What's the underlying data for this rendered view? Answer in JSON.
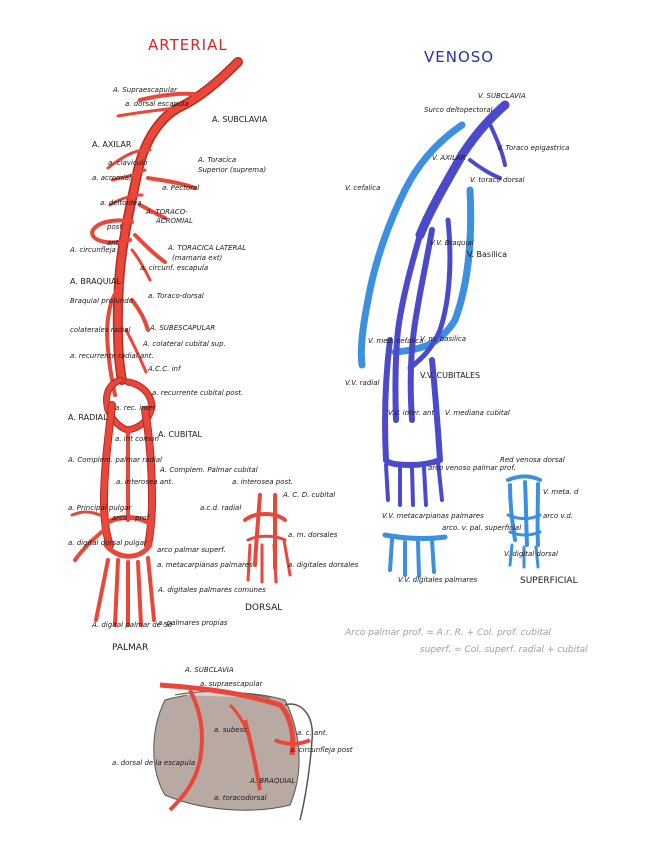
{
  "headers": {
    "arterial": "ARTERIAL",
    "venoso": "VENOSO"
  },
  "arterial_labels": {
    "supraescapular": "A. Supraescapular",
    "dorsal_escapula": "a. dorsal escapula",
    "subclavia": "A. SUBCLAVIA",
    "axilar": "A. AXILAR",
    "toracica_superior": "A. Toracica",
    "toracica_superior_2": "Superior (suprema)",
    "claviculo": "a. claviculo",
    "acromial": "a. acromial",
    "pectoral": "a. Pectoral",
    "deltoidea": "a. deltoidea",
    "toraco_acromial": "A. TORACO-",
    "toraco_acromial_2": "ACROMIAL",
    "post": "post",
    "ant": "ant",
    "circunfleja": "A. circunfleja",
    "toracica_lateral": "A. TORACICA LATERAL",
    "toracica_lateral_2": "(mamaria ext)",
    "circunflejas_escapula": "a. circunf. escapula",
    "braquial": "A. BRAQUIAL",
    "braquial_profundo": "Braquial profundo",
    "toraco_dorsal": "a. Toraco-dorsal",
    "subescapular": "A. SUBESCAPULAR",
    "colaterales_radial": "colaterales radial",
    "colateral_cubital_sup": "A. colateral cubital sup.",
    "recurrente_radial_ant": "a. recurrente radial ant.",
    "acc_inf": "A.C.C. inf",
    "recurrente_cubital_post": "a. recurrente cubital post.",
    "radial": "A. RADIAL",
    "rec_inter": "a. rec. inter.",
    "cubital": "A. CUBITAL",
    "int_comun": "a. int comun",
    "complementaria_palmar_radial": "A. Complem. palmar radial",
    "interosea_ant": "a. interosea ant.",
    "complementaria_palmar_cubital": "A. Complem. Palmar cubital",
    "principal_pulgar": "a. Principal pulgar",
    "arco": "arco",
    "prof": "prof",
    "digitales_dorsales_pulgar": "a. digital dorsal pulgar",
    "arco_palmar_superf": "arco palmar superf.",
    "metacarpianas_palmares": "a. metacarpianas palmares",
    "digitales_palmares_comunes": "A. digitales palmares comunes",
    "digital_palmar": "A. digital palmar de 5d",
    "palmares_propias": "a. palmares propias",
    "palmar": "PALMAR",
    "interosea_post": "a. interosea post.",
    "acd_cubital": "A. C. D. cubital",
    "acd_radial": "a.c.d. radial",
    "m_dorsales": "a. m. dorsales",
    "digitales_dorsales": "a. digitales dorsales",
    "dorsal": "DORSAL",
    "subclavia_2": "A. SUBCLAVIA",
    "supraescapular_2": "a. supraescapular",
    "subescapular_2": "a. subesc.",
    "c_ant": "a. c. ant.",
    "circunfleja_post": "a. circunfleja post",
    "dorsal_escapula_2": "a. dorsal de la escapula",
    "braquial_2": "A. BRAQUIAL",
    "toracodorsal_2": "a. toracodorsal"
  },
  "venous_labels": {
    "v_subclavia": "V. SUBCLAVIA",
    "surco_deltopectoral": "Surco deltopectoral",
    "v_axilar": "V. AXILAR",
    "v_toraco_epigastrica": "V. Toraco epigastrica",
    "v_cefalica": "V. cefalica",
    "v_toraco_dorsal": "V. toraco dorsal",
    "vv_braquiales": "V.V. Braquial",
    "v_basilica": "V. Basilica",
    "v_med_cefalica": "V. med. cefalica",
    "v_m_basilica": "V. m. basilica",
    "vv_radial": "V.V. radial",
    "vv_cubitales": "V.V. CUBITALES",
    "v_interosea_ant": "V.V. inter. ant",
    "v_mediana_cubital": "V. mediana cubital",
    "red_venosa_dorsal": "Red venosa dorsal",
    "arco_venoso_palmar_prof": "arco venoso palmar prof.",
    "v_meta_d": "V. meta. d",
    "vv_metacarpianas_palmares": "V.V. metacarpianas palmares",
    "arco_v_d": "arco v.d.",
    "arco_v_pal_superficial": "arco. v. pal. superficial",
    "v_digital_dorsal": "V. digital dorsal",
    "vv_digitales_palmares": "V.V. digitales palmares",
    "superficial": "SUPERFICIAL"
  },
  "notes": {
    "line1": "Arco palmar prof. = A.r. R. + Col. prof. cubital",
    "line2": "superf. = Col. superf. radial + cubital"
  },
  "colors": {
    "artery": "#e8473a",
    "artery_dark": "#b52a22",
    "vein_deep": "#4a4acb",
    "vein_superficial": "#3d8fe0",
    "ink": "#1a1a1a",
    "scapula_fill": "#b9a9a3",
    "pencil": "#a0a0a0"
  }
}
